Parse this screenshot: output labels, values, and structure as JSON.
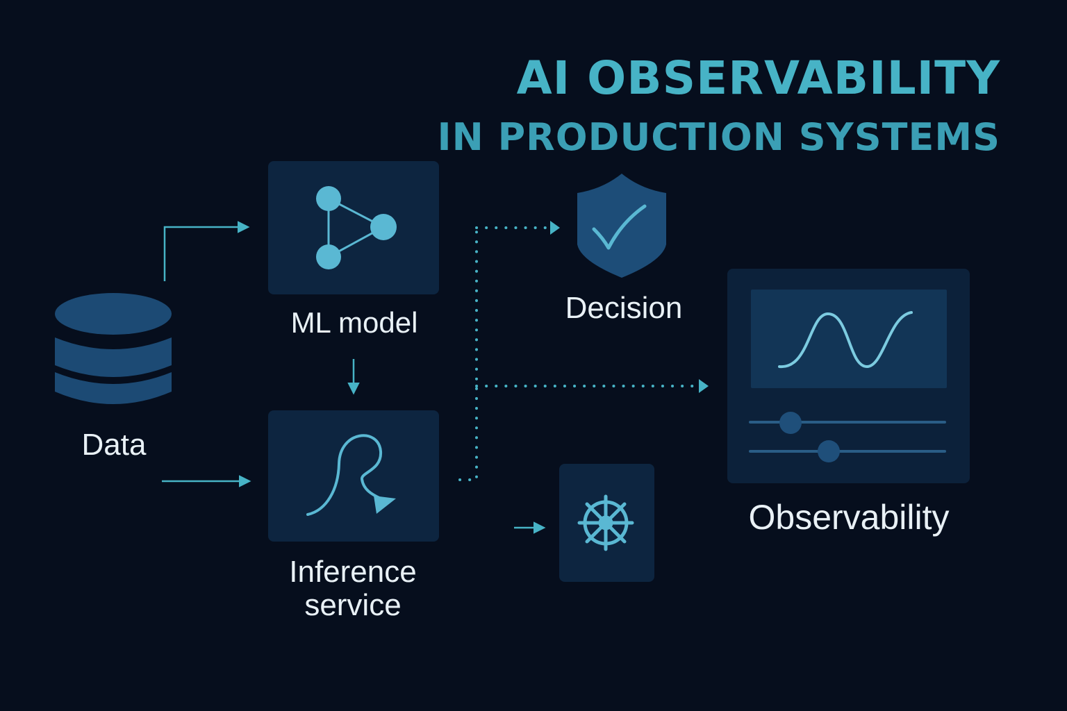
{
  "title": {
    "line1": "AI OBSERVABILITY",
    "line2": "IN PRODUCTION SYSTEMS"
  },
  "nodes": {
    "data": "Data",
    "ml_model": "ML model",
    "inference_line1": "Inference",
    "inference_line2": "service",
    "decision": "Decision",
    "observability": "Observability"
  },
  "icons": {
    "data": "database-icon",
    "ml_model": "network-graph-icon",
    "inference": "curve-path-icon",
    "decision": "shield-check-icon",
    "kubernetes": "helm-wheel-icon",
    "observability": "dashboard-chart-icon"
  },
  "colors": {
    "background": "#060e1d",
    "accent": "#47b3c6",
    "card": "#0d2540",
    "icon": "#5ab8d3"
  }
}
